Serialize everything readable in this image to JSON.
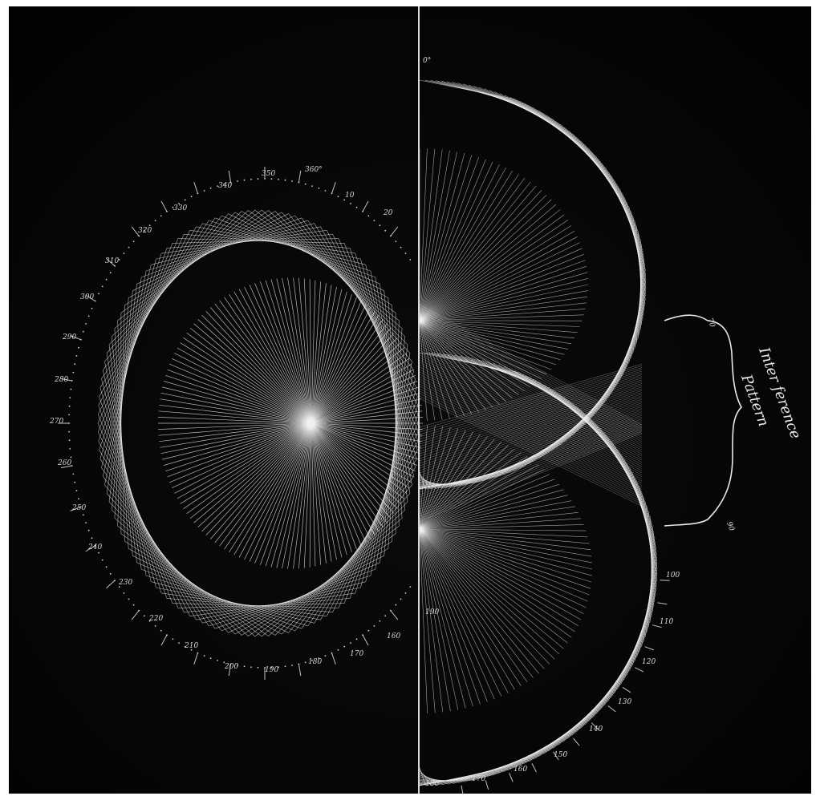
{
  "annotation": {
    "line1": "Inter ference",
    "line2": "Pattern",
    "top_mark": "70",
    "bottom_mark": "90"
  },
  "left_dial": {
    "labels": [
      "360°",
      "350",
      "340",
      "330",
      "320",
      "310",
      "300",
      "290",
      "280",
      "270",
      "260",
      "250",
      "240",
      "230",
      "220",
      "210",
      "200",
      "190",
      "180",
      "170",
      "160",
      "10",
      "20"
    ]
  },
  "right_dial": {
    "labels": [
      "0°",
      "100",
      "110",
      "120",
      "130",
      "140",
      "150",
      "160",
      "170",
      "180",
      "190"
    ]
  },
  "colors": {
    "background": "#040404",
    "frame": "#ffffff",
    "thread": "#f2f2f2"
  }
}
